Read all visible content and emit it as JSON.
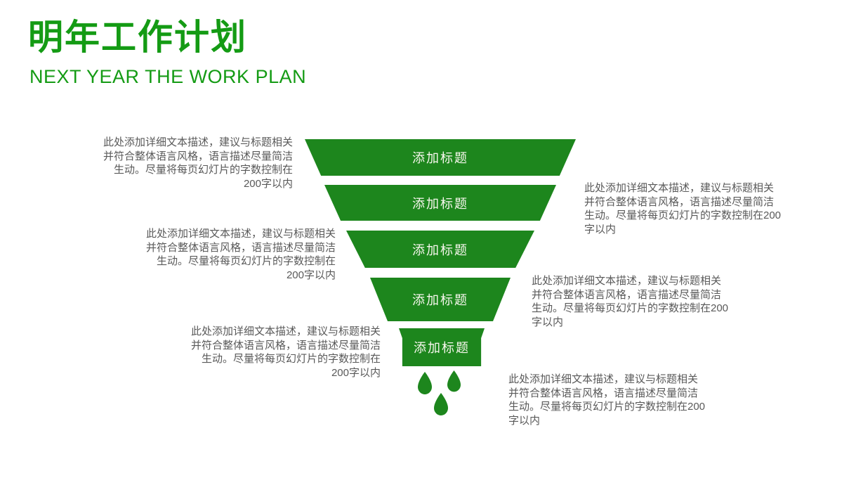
{
  "colors": {
    "title_green": "#149B14",
    "funnel_green": "#1D861D",
    "body_text_gray": "#595959",
    "funnel_label_text": "#F7F7ED",
    "background": "#FFFFFF"
  },
  "header": {
    "title": "明年工作计划",
    "subtitle": "NEXT YEAR THE WORK PLAN"
  },
  "funnel": {
    "type": "funnel-diagram",
    "levels": [
      {
        "label": "添加标题"
      },
      {
        "label": "添加标题"
      },
      {
        "label": "添加标题"
      },
      {
        "label": "添加标题"
      },
      {
        "label": "添加标题"
      }
    ],
    "drops_icon": "water-drops"
  },
  "descriptions": {
    "left": [
      {
        "text": "此处添加详细文本描述，建议与标题相关并符合整体语言风格，语言描述尽量简洁生动。尽量将每页幻灯片的字数控制在200字以内"
      },
      {
        "text": "此处添加详细文本描述，建议与标题相关并符合整体语言风格，语言描述尽量简洁生动。尽量将每页幻灯片的字数控制在200字以内"
      },
      {
        "text": "此处添加详细文本描述，建议与标题相关并符合整体语言风格，语言描述尽量简洁生动。尽量将每页幻灯片的字数控制在200字以内"
      }
    ],
    "right": [
      {
        "text": "此处添加详细文本描述，建议与标题相关并符合整体语言风格，语言描述尽量简洁生动。尽量将每页幻灯片的字数控制在200字以内"
      },
      {
        "text": "此处添加详细文本描述，建议与标题相关并符合整体语言风格，语言描述尽量简洁生动。尽量将每页幻灯片的字数控制在200字以内"
      },
      {
        "text": "此处添加详细文本描述，建议与标题相关并符合整体语言风格，语言描述尽量简洁生动。尽量将每页幻灯片的字数控制在200字以内"
      }
    ]
  }
}
